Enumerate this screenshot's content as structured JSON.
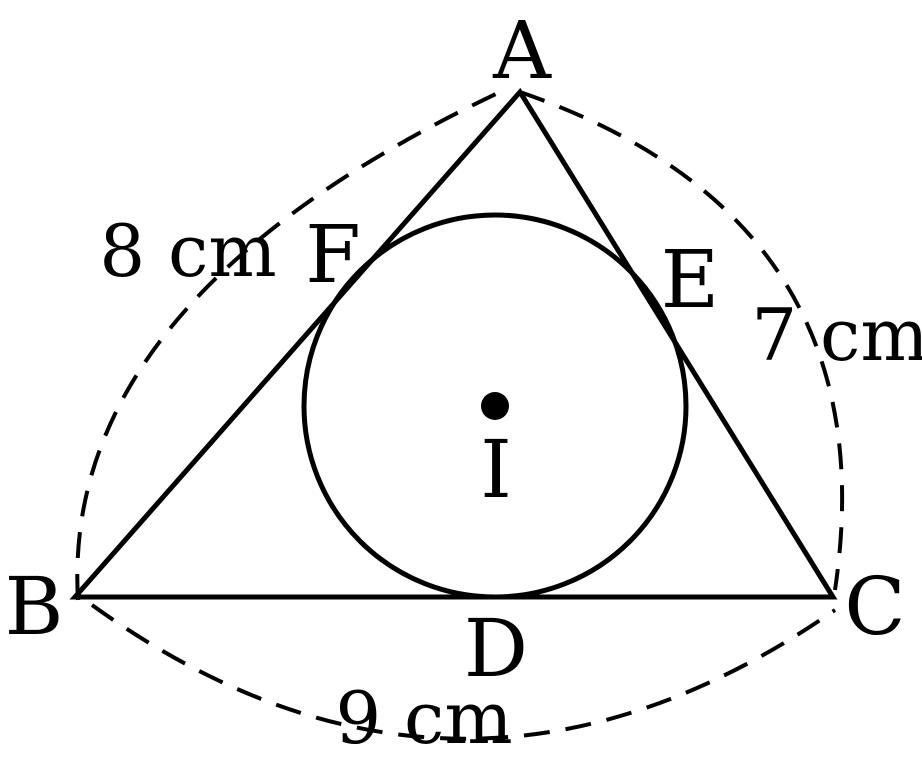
{
  "colors": {
    "stroke": "#000000",
    "background": "#ffffff"
  },
  "vertices": {
    "a": "A",
    "b": "B",
    "c": "C"
  },
  "tangent_points": {
    "d": "D",
    "e": "E",
    "f": "F"
  },
  "incenter": "I",
  "sides": {
    "ab": "8 cm",
    "ac": "7 cm",
    "bc": "9 cm"
  }
}
